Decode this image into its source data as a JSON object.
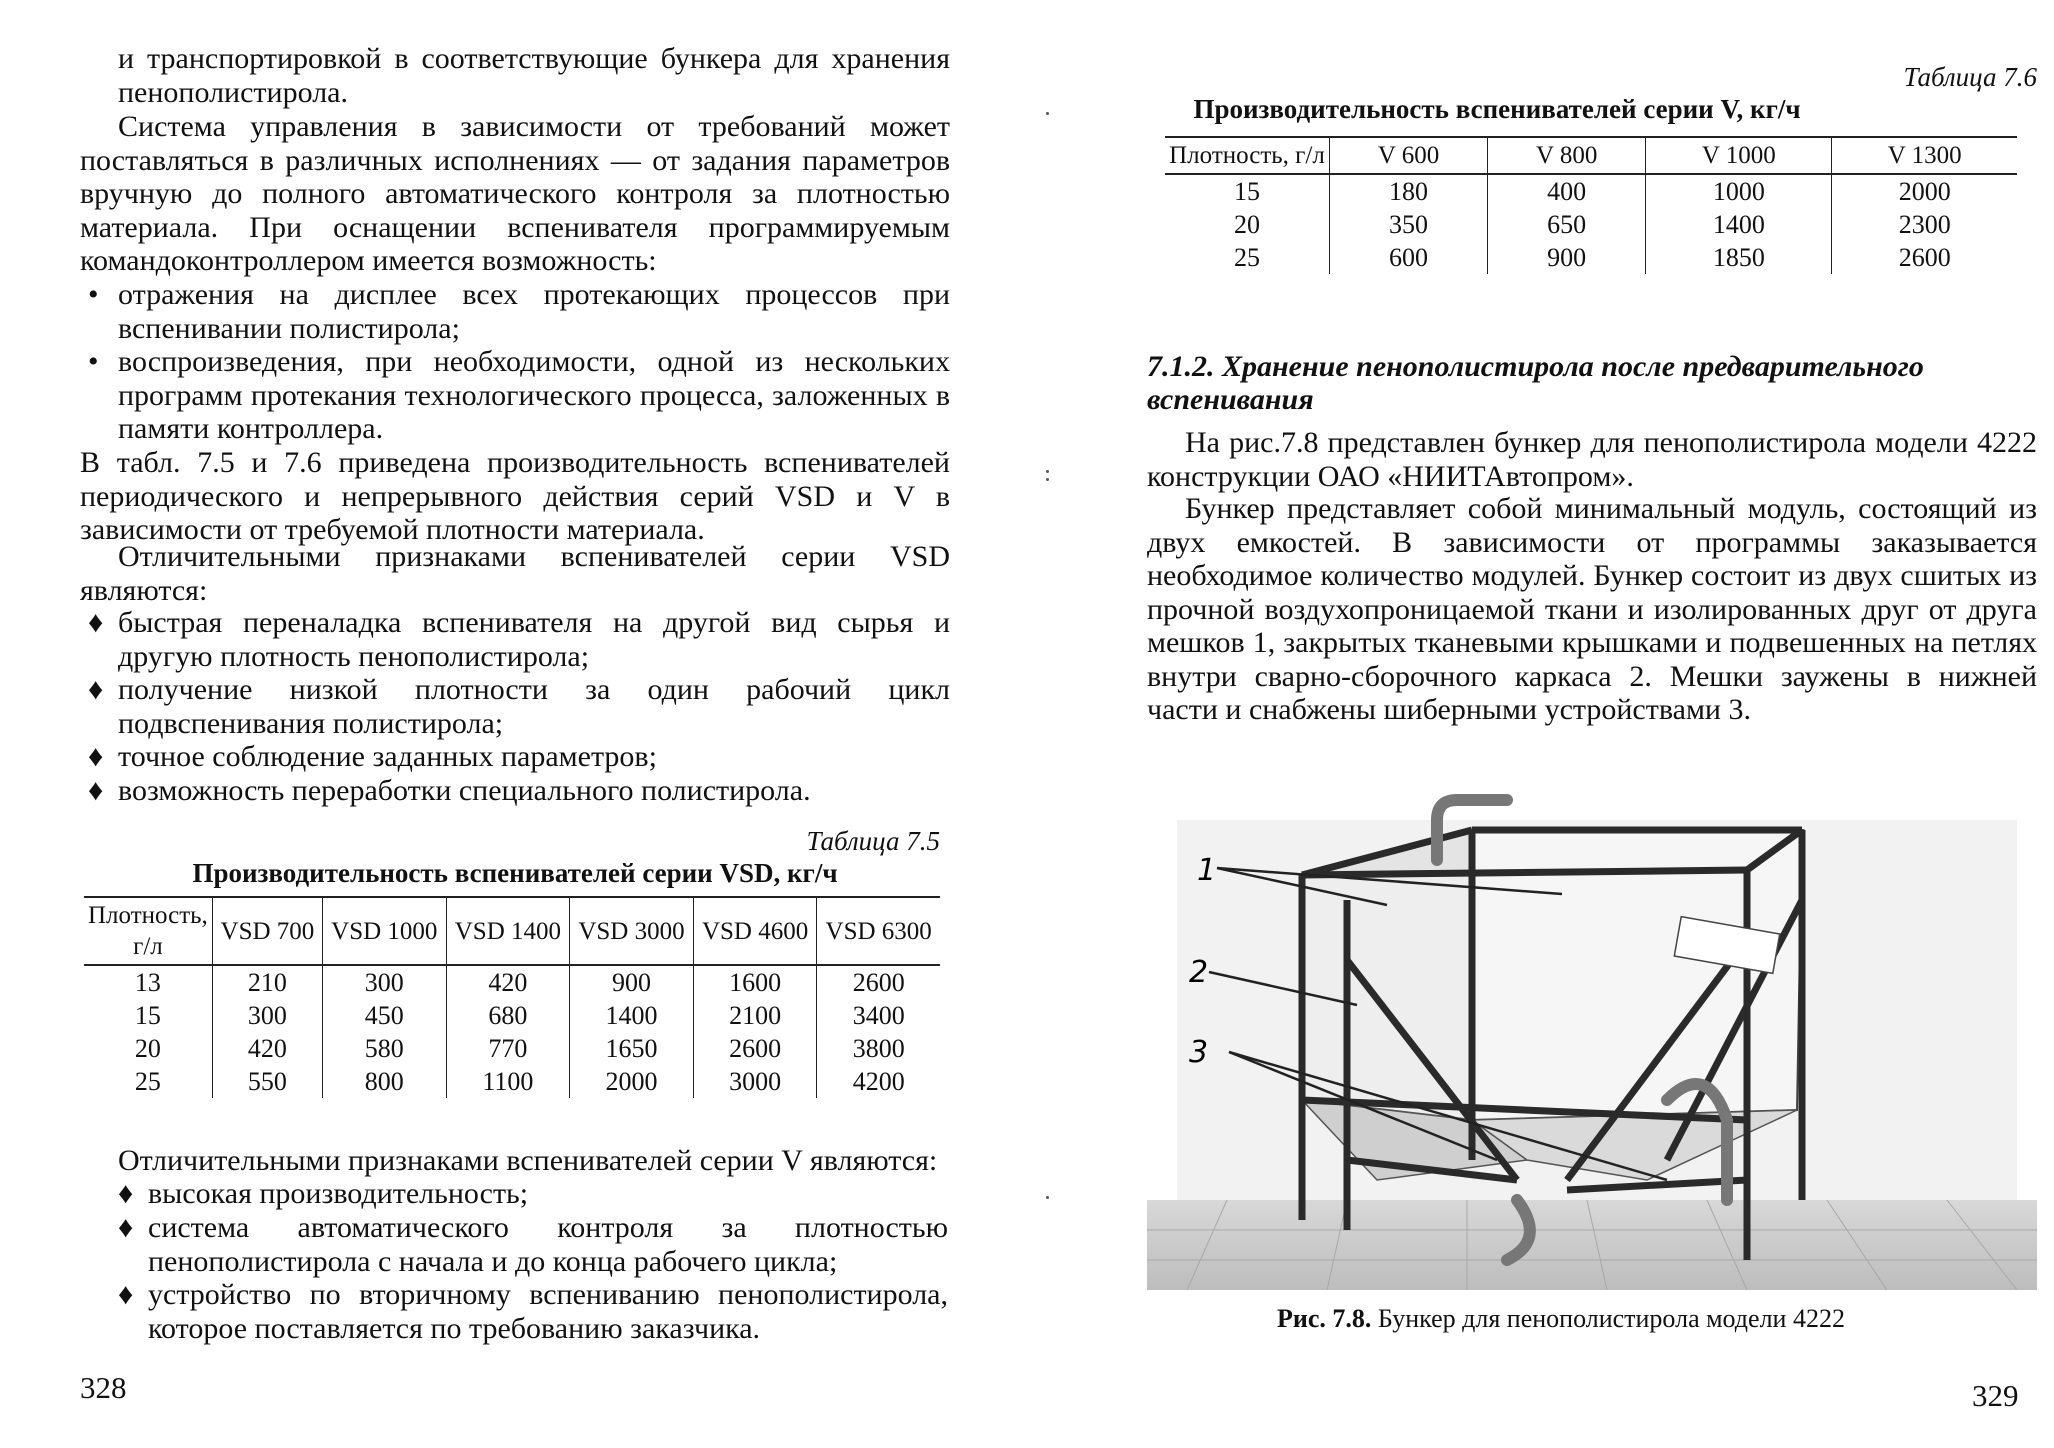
{
  "left_page": {
    "paragraphs": [
      "и транспортировкой в соответствующие бункера для хранения пенополистирола.",
      "Система управления в зависимости от требований может поставляться в различных исполнениях — от задания параметров вручную до полного автоматического контроля за плотностью материала. При оснащении вспенивателя программируемым командоконтроллером имеется возможность:",
      "В табл. 7.5 и 7.6 приведена производительность вспенивателей периодического и непрерывного действия серий VSD и V в зависимости от требуемой плотности материала.",
      "Отличительными признаками вспенивателей серии VSD являются:",
      "Отличительными признаками вспенивателей серии V являются:"
    ],
    "bullets_dot": [
      "отражения на дисплее всех протекающих процессов при вспенивании полистирола;",
      "воспроизведения, при необходимости, одной из нескольких программ протекания технологического процесса, заложенных в памяти контроллера."
    ],
    "bullets_vsd": [
      "быстрая переналадка вспенивателя на другой вид сырья и другую плотность пенополистирола;",
      "получение низкой плотности за один рабочий цикл подвспенивания полистирола;",
      "точное соблюдение заданных параметров;",
      "возможность переработки специального полистирола."
    ],
    "bullets_v": [
      "высокая производительность;",
      "система автоматического контроля за плотностью пенополистирола с начала и до конца рабочего цикла;",
      "устройство по вторичному вспениванию пенополистирола, которое поставляется по требованию заказчика."
    ],
    "bullet_dot_symbol": "•",
    "bullet_diamond_symbol": "♦",
    "table": {
      "label": "Таблица 7.5",
      "title": "Производительность вспенивателей серии VSD, кг/ч",
      "header_density": "Плотность, г/л",
      "columns": [
        "VSD 700",
        "VSD 1000",
        "VSD 1400",
        "VSD 3000",
        "VSD 4600",
        "VSD 6300"
      ],
      "rows": [
        [
          "13",
          "210",
          "300",
          "420",
          "900",
          "1600",
          "2600"
        ],
        [
          "15",
          "300",
          "450",
          "680",
          "1400",
          "2100",
          "3400"
        ],
        [
          "20",
          "420",
          "580",
          "770",
          "1650",
          "2600",
          "3800"
        ],
        [
          "25",
          "550",
          "800",
          "1100",
          "2000",
          "3000",
          "4200"
        ]
      ]
    },
    "page_number": "328"
  },
  "right_page": {
    "table": {
      "label": "Таблица 7.6",
      "title": "Производительность вспенивателей серии V, кг/ч",
      "header_density": "Плотность, г/л",
      "columns": [
        "V 600",
        "V 800",
        "V 1000",
        "V 1300"
      ],
      "rows": [
        [
          "15",
          "180",
          "400",
          "1000",
          "2000"
        ],
        [
          "20",
          "350",
          "650",
          "1400",
          "2300"
        ],
        [
          "25",
          "600",
          "900",
          "1850",
          "2600"
        ]
      ]
    },
    "section_heading": "7.1.2. Хранение пенополистирола после предварительного вспенивания",
    "paragraphs": [
      "На рис.7.8 представлен бункер для пенополистирола модели 4222 конструкции ОАО «НИИТАвтопром».",
      "Бункер представляет собой минимальный модуль, состоящий из двух емкостей. В зависимости от программы заказывается необходимое количество модулей. Бункер состоит из двух сшитых из прочной воздухопроницаемой ткани и изолированных друг от друга мешков 1, закрытых тканевыми крышками и подвешенных на петлях внутри сварно-сборочного каркаса 2. Мешки заужены в нижней части и снабжены шиберными устройствами 3."
    ],
    "figure": {
      "labels": [
        "1",
        "2",
        "3"
      ],
      "caption_label": "Рис. 7.8.",
      "caption_text": "Бункер для пенополистирола модели 4222"
    },
    "page_number": "329"
  }
}
